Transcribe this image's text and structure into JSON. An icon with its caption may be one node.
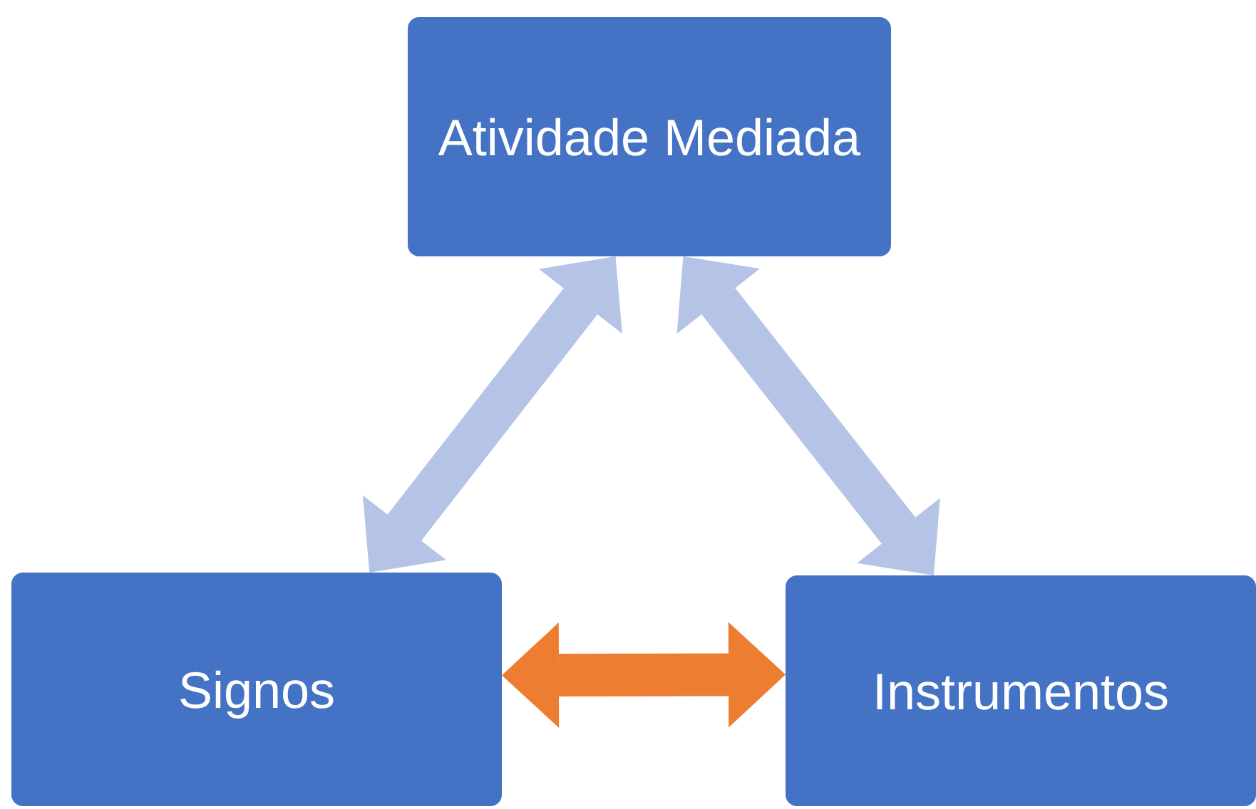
{
  "diagram": {
    "nodes": [
      {
        "text": [
          "Atividade Mediada"
        ]
      },
      {
        "text": [
          "Signos"
        ]
      },
      {
        "text": [
          "Instrumentos"
        ]
      }
    ],
    "edges": [
      {
        "from": 0,
        "to": 1,
        "arrow": "both"
      },
      {
        "from": 0,
        "to": 2,
        "arrow": "both"
      },
      {
        "from": 1,
        "to": 2,
        "arrow": "both",
        "color": "#ed7d31"
      }
    ]
  }
}
